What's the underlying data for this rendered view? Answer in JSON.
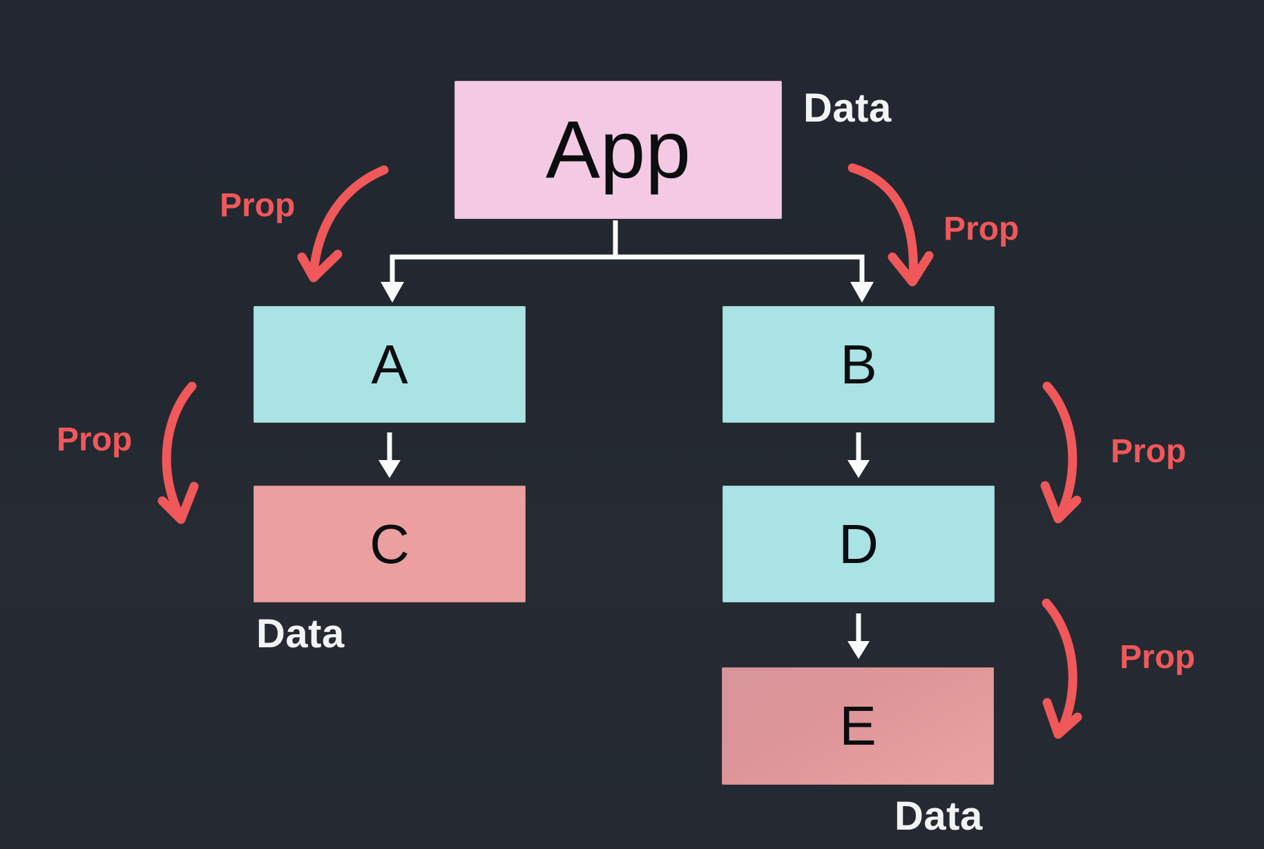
{
  "diagram": {
    "background": "#232830",
    "nodes": {
      "app": {
        "label": "App",
        "color": "#f4c9e3"
      },
      "a": {
        "label": "A",
        "color": "#a9e3e4"
      },
      "b": {
        "label": "B",
        "color": "#a9e3e4"
      },
      "c": {
        "label": "C",
        "color": "#eb9fa0"
      },
      "d": {
        "label": "D",
        "color": "#a9e3e4"
      },
      "e": {
        "label": "E",
        "color": "#dd9598"
      }
    },
    "labels": {
      "data_app": "Data",
      "data_c": "Data",
      "data_e": "Data",
      "prop_app_a": "Prop",
      "prop_app_b": "Prop",
      "prop_a_c": "Prop",
      "prop_b_d": "Prop",
      "prop_d_e": "Prop"
    },
    "colors": {
      "prop_arrow": "#f0585a",
      "prop_text": "#f0585a",
      "flow_arrow": "#fafbfc",
      "data_text": "#f2f3f5",
      "node_text": "#0b0d10"
    },
    "icons": {
      "prop_arrow": "curved-red-arrow-down",
      "flow_arrow": "straight-white-arrow-down"
    }
  }
}
